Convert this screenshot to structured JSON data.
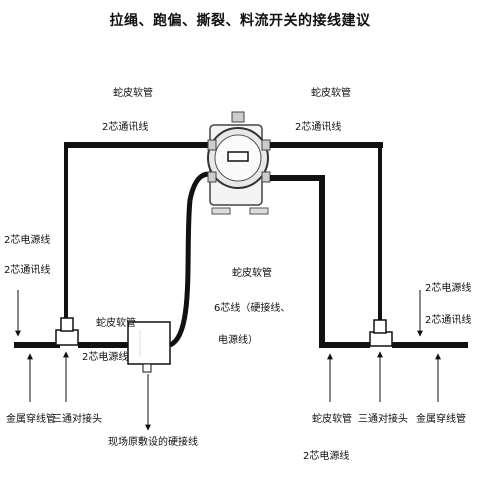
{
  "title": "拉绳、跑偏、撕裂、料流开关的接线建议",
  "labels": {
    "hose_top_left": "蛇皮软管",
    "comm_top_left": "2芯通讯线",
    "hose_top_right": "蛇皮软管",
    "comm_top_right": "2芯通讯线",
    "left_power": "2芯电源线",
    "left_comm": "2芯通讯线",
    "hose_mid_left": "蛇皮软管",
    "power_mid_left": "2芯电源线",
    "hose_center": "蛇皮软管",
    "six_core_1": "6芯线（硬接线、",
    "six_core_2": "电源线）",
    "right_power": "2芯电源线",
    "right_comm": "2芯通讯线",
    "metal_left": "金属穿线管",
    "tee_left": "三通对接头",
    "field_box": "现场原敷设的硬接线",
    "hose_bottom_right": "蛇皮软管",
    "power_bottom_right": "2芯电源线",
    "tee_right": "三通对接头",
    "metal_right": "金属穿线管"
  }
}
